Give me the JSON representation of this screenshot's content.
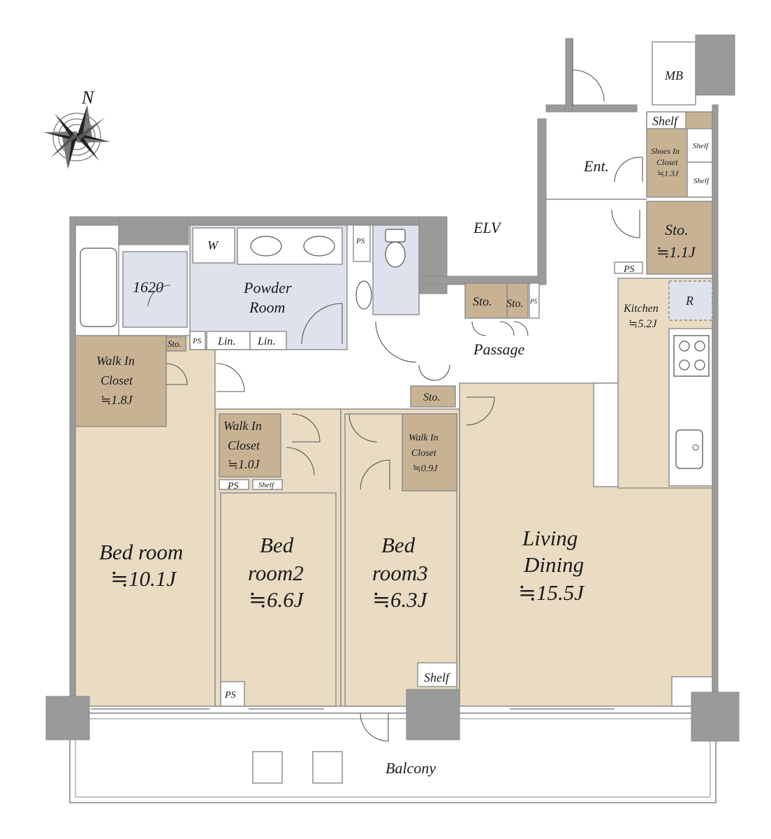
{
  "rooms": {
    "bedroom1": {
      "name": "Bed room",
      "area": "≒10.1J"
    },
    "bedroom2": {
      "name_line1": "Bed",
      "name_line2": "room2",
      "area": "≒6.6J"
    },
    "bedroom3": {
      "name_line1": "Bed",
      "name_line2": "room3",
      "area": "≒6.3J"
    },
    "living": {
      "name_line1": "Living",
      "name_line2": "Dining",
      "area": "≒15.5J"
    },
    "kitchen": {
      "name": "Kitchen",
      "area": "≒5.2J"
    },
    "wic1": {
      "name_line1": "Walk In",
      "name_line2": "Closet",
      "area": "≒1.8J"
    },
    "wic2": {
      "name_line1": "Walk In",
      "name_line2": "Closet",
      "area": "≒1.0J"
    },
    "wic3": {
      "name_line1": "Walk In",
      "name_line2": "Closet",
      "area": "≒0.9J"
    },
    "shoes": {
      "name_line1": "Shoes In",
      "name_line2": "Closet",
      "area": "≒1.3J"
    },
    "storage_ent": {
      "name": "Sto.",
      "area": "≒1.1J"
    },
    "powder": {
      "name_line1": "Powder",
      "name_line2": "Room"
    },
    "bath": {
      "name": "1620"
    },
    "entrance": {
      "name": "Ent."
    },
    "passage": {
      "name": "Passage"
    },
    "balcony": {
      "name": "Balcony"
    },
    "elv": {
      "name": "ELV"
    },
    "mb": {
      "name": "MB"
    }
  },
  "small_labels": {
    "shelf": "Shelf",
    "sto": "Sto.",
    "ps": "PS",
    "lin": "Lin.",
    "w": "W",
    "r": "R"
  },
  "compass": {
    "north": "N"
  }
}
